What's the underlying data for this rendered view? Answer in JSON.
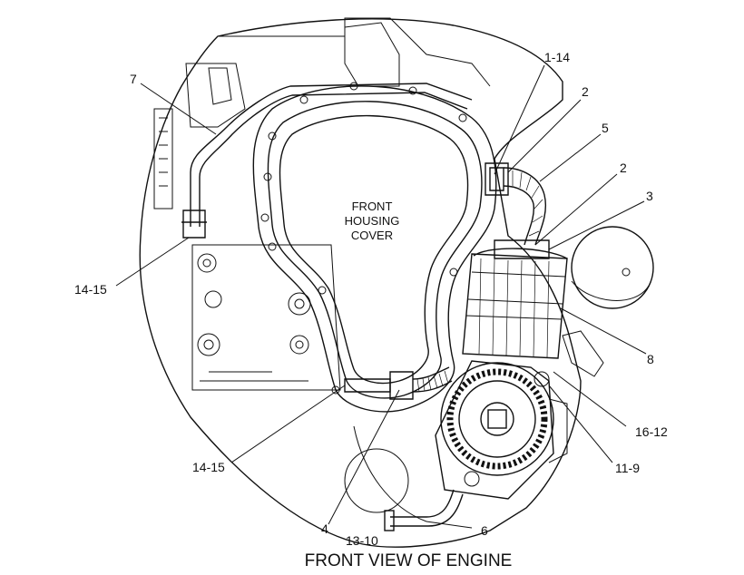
{
  "caption": "FRONT VIEW OF ENGINE",
  "housing": {
    "line1": "FRONT",
    "line2": "HOUSING",
    "line3": "COVER"
  },
  "callouts": {
    "c7": "7",
    "c1_14": "1-14",
    "c2_top": "2",
    "c5": "5",
    "c2_mid": "2",
    "c3": "3",
    "c14_15_left": "14-15",
    "c8": "8",
    "c16_12": "16-12",
    "c11_9": "11-9",
    "c14_15_bottom": "14-15",
    "c4": "4",
    "c13_10": "13-10",
    "c6": "6"
  }
}
